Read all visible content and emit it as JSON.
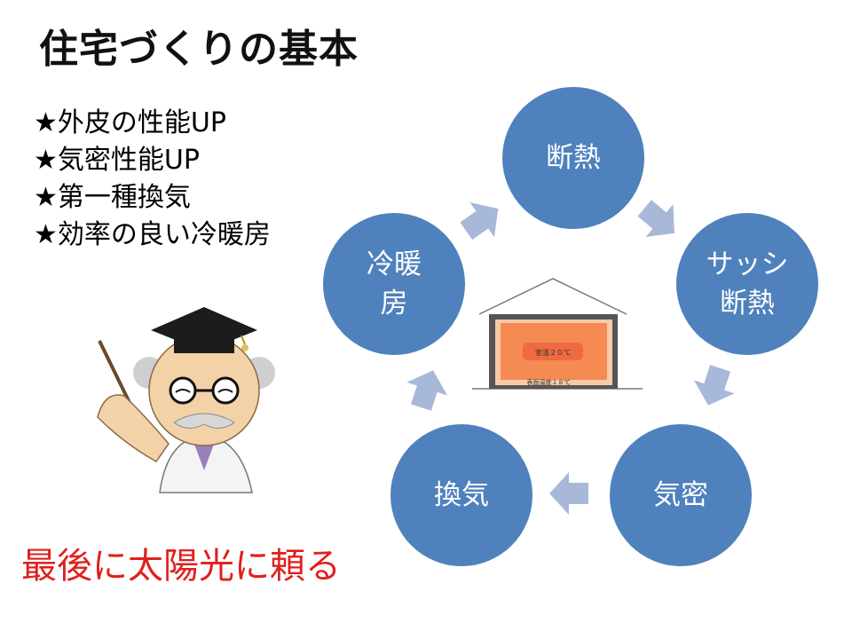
{
  "title": "住宅づくりの基本",
  "bullets": [
    "★外皮の性能UP",
    "★気密性能UP",
    "★第一種換気",
    "★効率の良い冷暖房"
  ],
  "cycle": {
    "nodes": [
      {
        "line1": "断熱",
        "line2": ""
      },
      {
        "line1": "サッシ",
        "line2": "断熱"
      },
      {
        "line1": "気密",
        "line2": ""
      },
      {
        "line1": "換気",
        "line2": ""
      },
      {
        "line1": "冷暖",
        "line2": "房"
      }
    ]
  },
  "house": {
    "room_temp": "室温２０℃",
    "surface_temp": "表面温度１８℃"
  },
  "footer": "最後に太陽光に頼る",
  "colors": {
    "node": "#4f81bd",
    "arrow": "#a7b8d8",
    "footer": "#e0201c"
  }
}
